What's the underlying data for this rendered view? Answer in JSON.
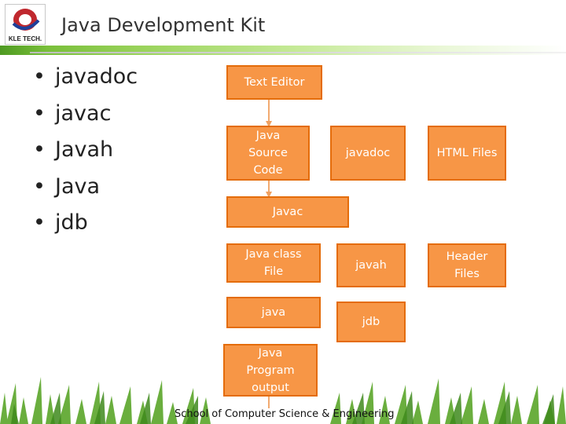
{
  "slide": {
    "title": "Java Development Kit",
    "logo_text": "KLE TECH.",
    "bullet_symbol": "•",
    "bullets": [
      "javadoc",
      "javac",
      "Javah",
      "Java",
      "jdb"
    ],
    "footer": "School of Computer Science & Engineering"
  },
  "diagram": {
    "boxes": {
      "text_editor": "Text Editor",
      "java_source_code": "Java\nSource\nCode",
      "javadoc": "javadoc",
      "html_files": "HTML Files",
      "javac": "Javac",
      "java_class_file": "Java class\nFile",
      "javah": "javah",
      "header_files": "Header\nFiles",
      "java": "java",
      "jdb": "jdb",
      "java_program_output": "Java\nProgram\noutput"
    }
  },
  "colors": {
    "box_fill": "#f79646",
    "box_border": "#e46c0a",
    "arrow": "#f0a060",
    "accent_green": "#79bf3a",
    "logo_red": "#c0282e"
  }
}
